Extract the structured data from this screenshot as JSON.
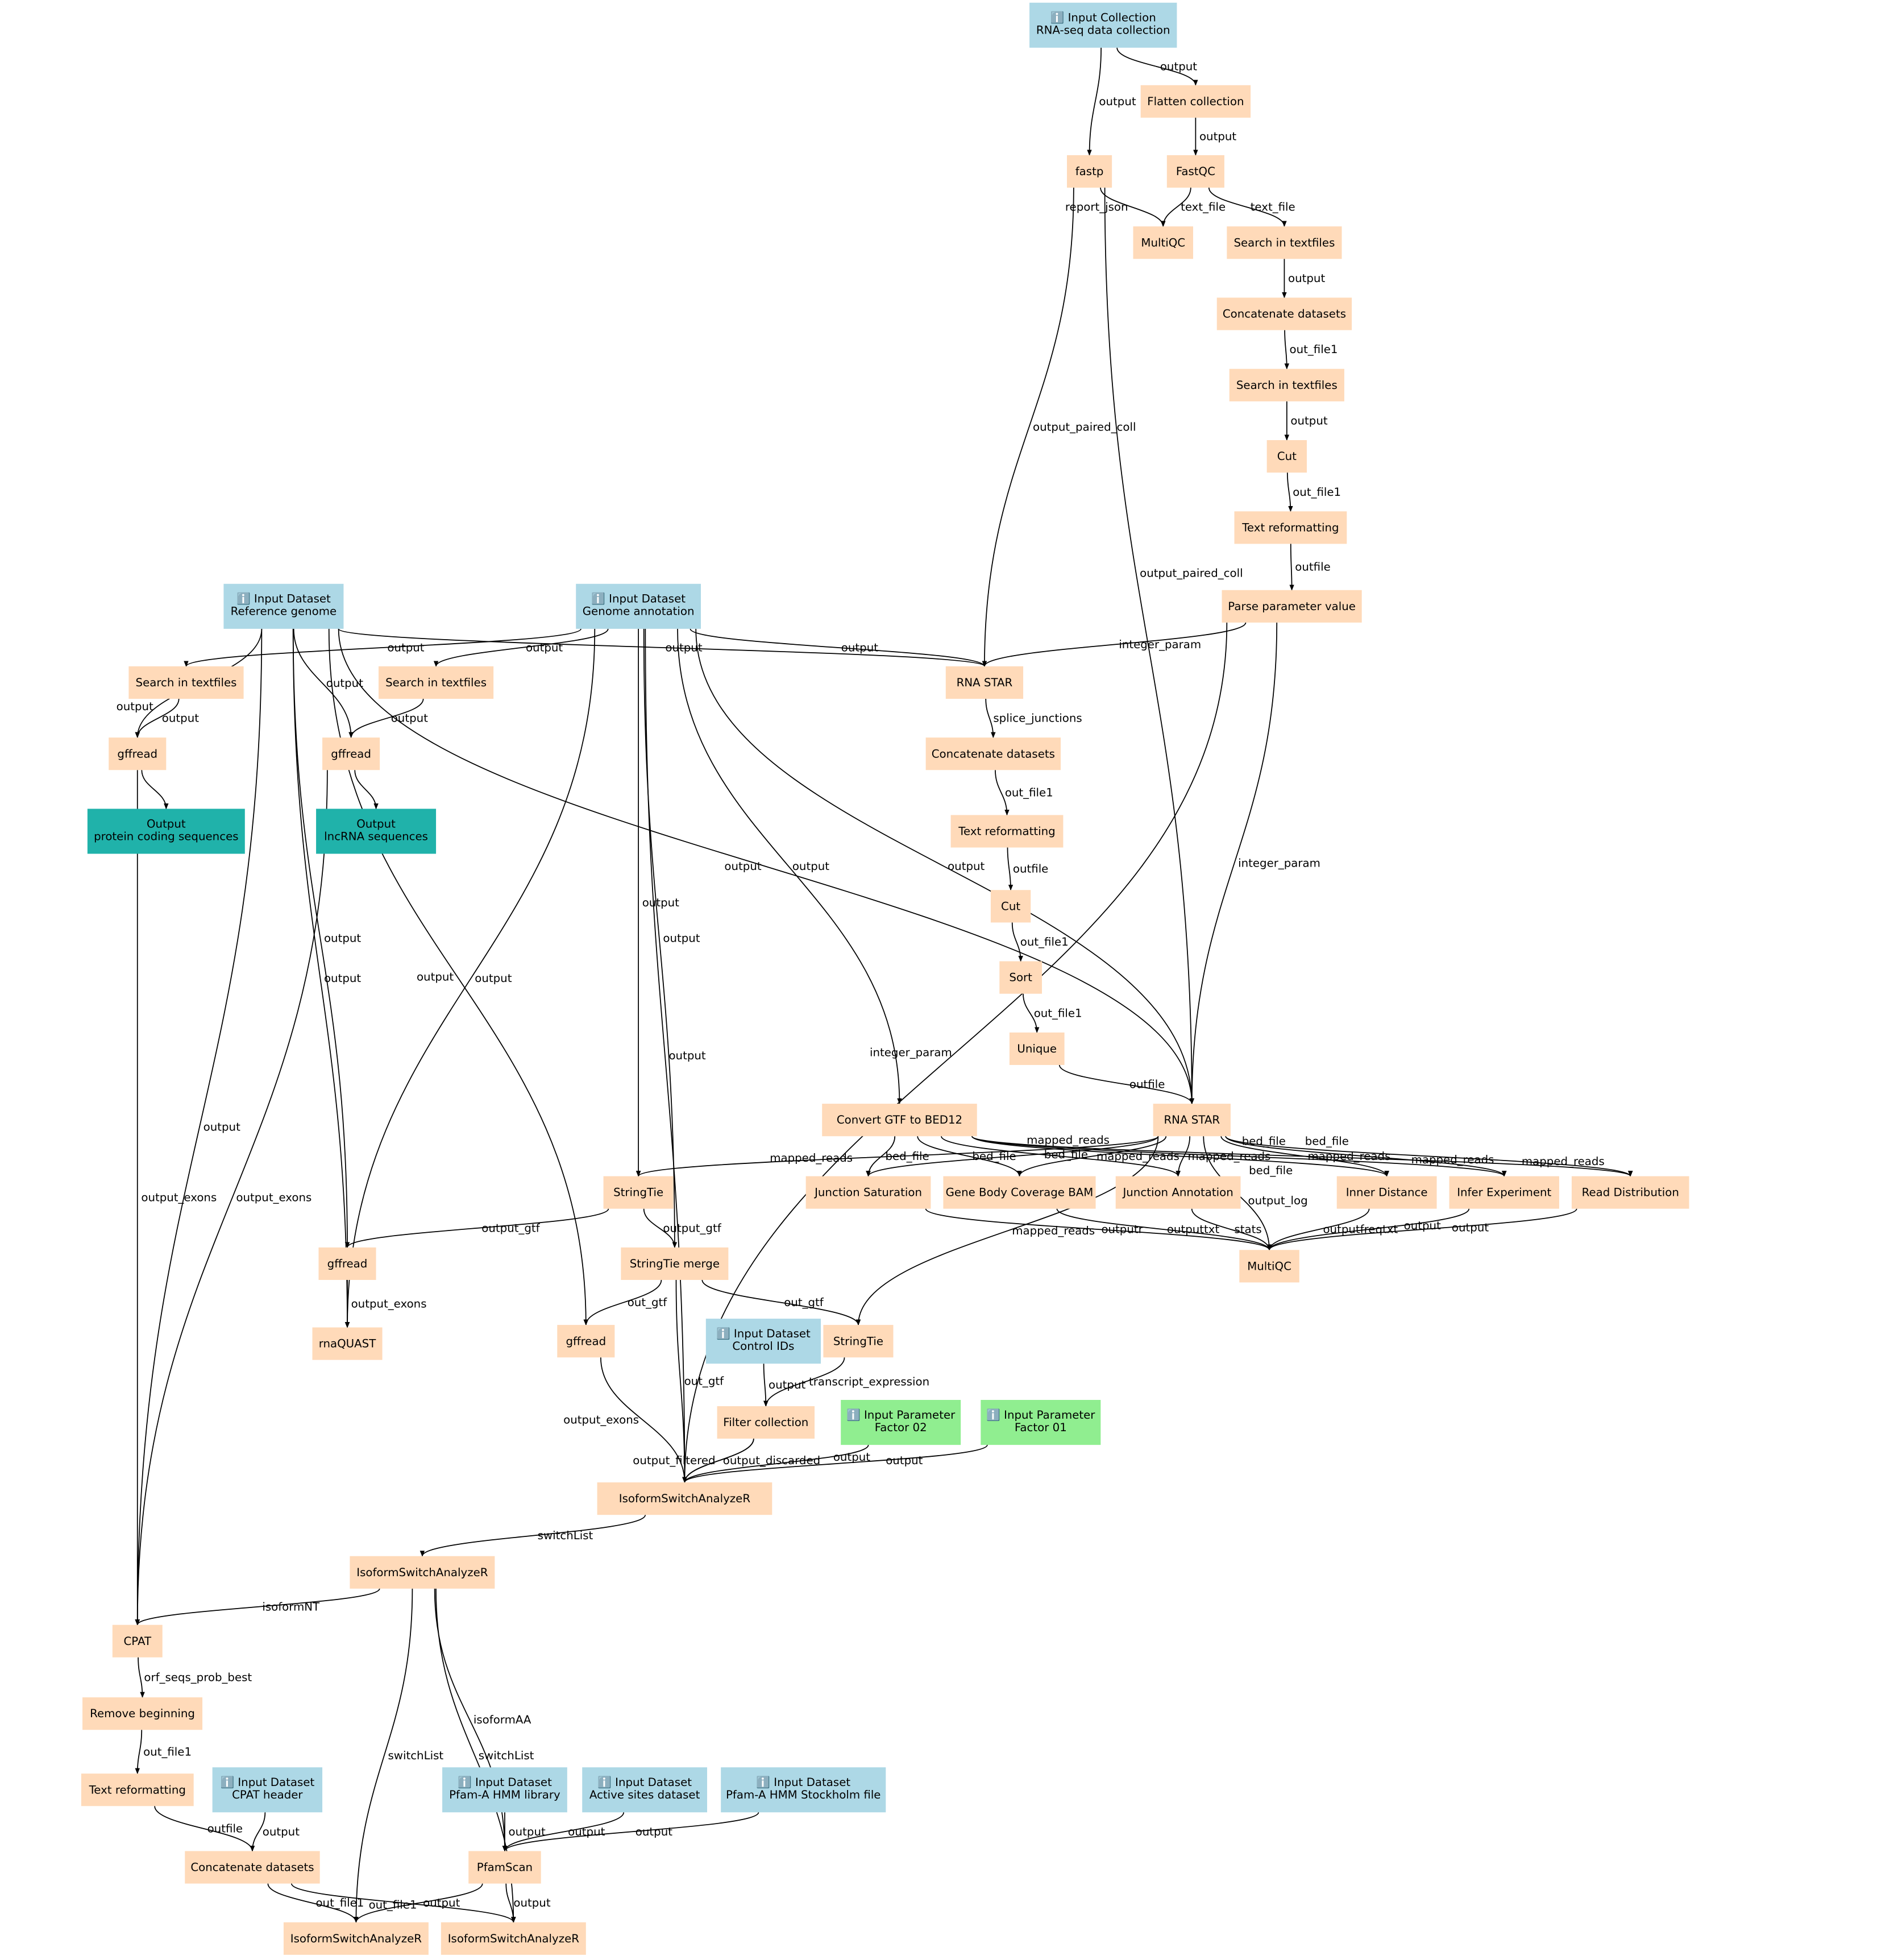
{
  "colors": {
    "input": "#add8e6",
    "tool": "#ffdab9",
    "output": "#20b2aa",
    "parameter": "#90ee90",
    "edge": "#000000"
  },
  "icons": {
    "input_marker": "info-icon"
  },
  "nodes": [
    {
      "id": "n1",
      "kind": "input",
      "lines": [
        "ℹ️ Input Collection",
        "RNA-seq data collection"
      ]
    },
    {
      "id": "n2",
      "kind": "tool",
      "lines": [
        "Flatten collection"
      ]
    },
    {
      "id": "n3",
      "kind": "tool",
      "lines": [
        "fastp"
      ]
    },
    {
      "id": "n4",
      "kind": "tool",
      "lines": [
        "FastQC"
      ]
    },
    {
      "id": "n5",
      "kind": "tool",
      "lines": [
        "MultiQC"
      ]
    },
    {
      "id": "n6",
      "kind": "tool",
      "lines": [
        "Search in textfiles"
      ]
    },
    {
      "id": "n7",
      "kind": "tool",
      "lines": [
        "Concatenate datasets"
      ]
    },
    {
      "id": "n8",
      "kind": "tool",
      "lines": [
        "Search in textfiles"
      ]
    },
    {
      "id": "n9",
      "kind": "tool",
      "lines": [
        "Cut"
      ]
    },
    {
      "id": "n10",
      "kind": "tool",
      "lines": [
        "Text reformatting"
      ]
    },
    {
      "id": "n11",
      "kind": "tool",
      "lines": [
        "Parse parameter value"
      ]
    },
    {
      "id": "n12",
      "kind": "input",
      "lines": [
        "ℹ️ Input Dataset",
        "Reference genome"
      ]
    },
    {
      "id": "n13",
      "kind": "input",
      "lines": [
        "ℹ️ Input Dataset",
        "Genome annotation"
      ]
    },
    {
      "id": "n14",
      "kind": "tool",
      "lines": [
        "Search in textfiles"
      ]
    },
    {
      "id": "n15",
      "kind": "tool",
      "lines": [
        "Search in textfiles"
      ]
    },
    {
      "id": "n16",
      "kind": "tool",
      "lines": [
        "RNA STAR"
      ]
    },
    {
      "id": "n17",
      "kind": "tool",
      "lines": [
        "gffread"
      ]
    },
    {
      "id": "n18",
      "kind": "tool",
      "lines": [
        "gffread"
      ]
    },
    {
      "id": "n19",
      "kind": "tool",
      "lines": [
        "Concatenate datasets"
      ]
    },
    {
      "id": "n20",
      "kind": "output",
      "lines": [
        "Output",
        "protein coding sequences"
      ]
    },
    {
      "id": "n21",
      "kind": "output",
      "lines": [
        "Output",
        "lncRNA sequences"
      ]
    },
    {
      "id": "n22",
      "kind": "tool",
      "lines": [
        "Text reformatting"
      ]
    },
    {
      "id": "n23",
      "kind": "tool",
      "lines": [
        "Cut"
      ]
    },
    {
      "id": "n24",
      "kind": "tool",
      "lines": [
        "Sort"
      ]
    },
    {
      "id": "n25",
      "kind": "tool",
      "lines": [
        "Unique"
      ]
    },
    {
      "id": "n26",
      "kind": "tool",
      "lines": [
        "RNA STAR"
      ]
    },
    {
      "id": "n27",
      "kind": "tool",
      "lines": [
        "Convert GTF to BED12"
      ]
    },
    {
      "id": "n28",
      "kind": "tool",
      "lines": [
        "StringTie"
      ]
    },
    {
      "id": "n29",
      "kind": "tool",
      "lines": [
        "Junction Saturation"
      ]
    },
    {
      "id": "n30",
      "kind": "tool",
      "lines": [
        "Gene Body Coverage BAM"
      ]
    },
    {
      "id": "n31",
      "kind": "tool",
      "lines": [
        "Junction Annotation"
      ]
    },
    {
      "id": "n32",
      "kind": "tool",
      "lines": [
        "Inner Distance"
      ]
    },
    {
      "id": "n33",
      "kind": "tool",
      "lines": [
        "Infer Experiment"
      ]
    },
    {
      "id": "n34",
      "kind": "tool",
      "lines": [
        "Read Distribution"
      ]
    },
    {
      "id": "n35",
      "kind": "tool",
      "lines": [
        "MultiQC"
      ]
    },
    {
      "id": "n36",
      "kind": "tool",
      "lines": [
        "gffread"
      ]
    },
    {
      "id": "n37",
      "kind": "tool",
      "lines": [
        "StringTie merge"
      ]
    },
    {
      "id": "n38",
      "kind": "tool",
      "lines": [
        "rnaQUAST"
      ]
    },
    {
      "id": "n39",
      "kind": "tool",
      "lines": [
        "gffread"
      ]
    },
    {
      "id": "n40",
      "kind": "tool",
      "lines": [
        "StringTie"
      ]
    },
    {
      "id": "n41",
      "kind": "input",
      "lines": [
        "ℹ️ Input Dataset",
        "Control IDs"
      ]
    },
    {
      "id": "n42",
      "kind": "tool",
      "lines": [
        "Filter collection"
      ]
    },
    {
      "id": "n43",
      "kind": "parameter",
      "lines": [
        "ℹ️ Input Parameter",
        "Factor 02"
      ]
    },
    {
      "id": "n44",
      "kind": "parameter",
      "lines": [
        "ℹ️ Input Parameter",
        "Factor 01"
      ]
    },
    {
      "id": "n45",
      "kind": "tool",
      "lines": [
        "IsoformSwitchAnalyzeR"
      ]
    },
    {
      "id": "n46",
      "kind": "tool",
      "lines": [
        "IsoformSwitchAnalyzeR"
      ]
    },
    {
      "id": "n47",
      "kind": "tool",
      "lines": [
        "CPAT"
      ]
    },
    {
      "id": "n48",
      "kind": "tool",
      "lines": [
        "Remove beginning"
      ]
    },
    {
      "id": "n49",
      "kind": "tool",
      "lines": [
        "Text reformatting"
      ]
    },
    {
      "id": "n50",
      "kind": "input",
      "lines": [
        "ℹ️ Input Dataset",
        "CPAT header"
      ]
    },
    {
      "id": "n51",
      "kind": "input",
      "lines": [
        "ℹ️ Input Dataset",
        "Pfam-A HMM library"
      ]
    },
    {
      "id": "n52",
      "kind": "input",
      "lines": [
        "ℹ️ Input Dataset",
        "Active sites dataset"
      ]
    },
    {
      "id": "n53",
      "kind": "input",
      "lines": [
        "ℹ️ Input Dataset",
        "Pfam-A HMM Stockholm file"
      ]
    },
    {
      "id": "n54",
      "kind": "tool",
      "lines": [
        "Concatenate datasets"
      ]
    },
    {
      "id": "n55",
      "kind": "tool",
      "lines": [
        "PfamScan"
      ]
    },
    {
      "id": "n56",
      "kind": "tool",
      "lines": [
        "IsoformSwitchAnalyzeR"
      ]
    },
    {
      "id": "n57",
      "kind": "tool",
      "lines": [
        "IsoformSwitchAnalyzeR"
      ]
    }
  ],
  "edges": [
    {
      "from": "n1",
      "to": "n2",
      "label": "output"
    },
    {
      "from": "n1",
      "to": "n3",
      "label": "output"
    },
    {
      "from": "n2",
      "to": "n4",
      "label": "output"
    },
    {
      "from": "n3",
      "to": "n5",
      "label": "report_json"
    },
    {
      "from": "n4",
      "to": "n5",
      "label": "text_file"
    },
    {
      "from": "n4",
      "to": "n6",
      "label": "text_file"
    },
    {
      "from": "n3",
      "to": "n16",
      "label": "output_paired_coll"
    },
    {
      "from": "n3",
      "to": "n26",
      "label": "output_paired_coll"
    },
    {
      "from": "n6",
      "to": "n7",
      "label": "output"
    },
    {
      "from": "n7",
      "to": "n8",
      "label": "out_file1"
    },
    {
      "from": "n8",
      "to": "n9",
      "label": "output"
    },
    {
      "from": "n9",
      "to": "n10",
      "label": "out_file1"
    },
    {
      "from": "n10",
      "to": "n11",
      "label": "outfile"
    },
    {
      "from": "n11",
      "to": "n16",
      "label": "integer_param"
    },
    {
      "from": "n11",
      "to": "n26",
      "label": "integer_param"
    },
    {
      "from": "n11",
      "to": "n45",
      "label": "integer_param"
    },
    {
      "from": "n13",
      "to": "n14",
      "label": "output"
    },
    {
      "from": "n13",
      "to": "n15",
      "label": "output"
    },
    {
      "from": "n12",
      "to": "n16",
      "label": "output"
    },
    {
      "from": "n13",
      "to": "n16",
      "label": "output"
    },
    {
      "from": "n12",
      "to": "n17",
      "label": "output"
    },
    {
      "from": "n14",
      "to": "n17",
      "label": "output"
    },
    {
      "from": "n12",
      "to": "n18",
      "label": "output"
    },
    {
      "from": "n15",
      "to": "n18",
      "label": "output"
    },
    {
      "from": "n17",
      "to": "n20",
      "label": ""
    },
    {
      "from": "n18",
      "to": "n21",
      "label": ""
    },
    {
      "from": "n16",
      "to": "n19",
      "label": "splice_junctions"
    },
    {
      "from": "n19",
      "to": "n22",
      "label": "out_file1"
    },
    {
      "from": "n22",
      "to": "n23",
      "label": "outfile"
    },
    {
      "from": "n23",
      "to": "n24",
      "label": "out_file1"
    },
    {
      "from": "n24",
      "to": "n25",
      "label": "out_file1"
    },
    {
      "from": "n25",
      "to": "n26",
      "label": "outfile"
    },
    {
      "from": "n12",
      "to": "n26",
      "label": "output"
    },
    {
      "from": "n13",
      "to": "n26",
      "label": "output"
    },
    {
      "from": "n13",
      "to": "n27",
      "label": "output"
    },
    {
      "from": "n13",
      "to": "n28",
      "label": "output"
    },
    {
      "from": "n13",
      "to": "n37",
      "label": "output"
    },
    {
      "from": "n13",
      "to": "n38",
      "label": "output"
    },
    {
      "from": "n13",
      "to": "n45",
      "label": "output"
    },
    {
      "from": "n12",
      "to": "n38",
      "label": "output"
    },
    {
      "from": "n12",
      "to": "n36",
      "label": "output"
    },
    {
      "from": "n12",
      "to": "n39",
      "label": "output"
    },
    {
      "from": "n12",
      "to": "n47",
      "label": "output"
    },
    {
      "from": "n17",
      "to": "n47",
      "label": "output_exons"
    },
    {
      "from": "n18",
      "to": "n47",
      "label": "output_exons"
    },
    {
      "from": "n26",
      "to": "n28",
      "label": "mapped_reads"
    },
    {
      "from": "n26",
      "to": "n29",
      "label": "mapped_reads"
    },
    {
      "from": "n26",
      "to": "n30",
      "label": "mapped_reads"
    },
    {
      "from": "n26",
      "to": "n31",
      "label": "mapped_reads"
    },
    {
      "from": "n26",
      "to": "n32",
      "label": "mapped_reads"
    },
    {
      "from": "n26",
      "to": "n33",
      "label": "mapped_reads"
    },
    {
      "from": "n26",
      "to": "n34",
      "label": "mapped_reads"
    },
    {
      "from": "n26",
      "to": "n35",
      "label": "output_log"
    },
    {
      "from": "n26",
      "to": "n40",
      "label": "mapped_reads"
    },
    {
      "from": "n27",
      "to": "n29",
      "label": "bed_file"
    },
    {
      "from": "n27",
      "to": "n30",
      "label": "bed_file"
    },
    {
      "from": "n27",
      "to": "n31",
      "label": "bed_file"
    },
    {
      "from": "n27",
      "to": "n32",
      "label": "bed_file"
    },
    {
      "from": "n27",
      "to": "n33",
      "label": "bed_file"
    },
    {
      "from": "n27",
      "to": "n34",
      "label": "bed_file"
    },
    {
      "from": "n29",
      "to": "n35",
      "label": "outputr"
    },
    {
      "from": "n30",
      "to": "n35",
      "label": "outputtxt"
    },
    {
      "from": "n31",
      "to": "n35",
      "label": "stats"
    },
    {
      "from": "n32",
      "to": "n35",
      "label": "outputfreqtxt"
    },
    {
      "from": "n33",
      "to": "n35",
      "label": "output"
    },
    {
      "from": "n34",
      "to": "n35",
      "label": "output"
    },
    {
      "from": "n28",
      "to": "n36",
      "label": "output_gtf"
    },
    {
      "from": "n28",
      "to": "n37",
      "label": "output_gtf"
    },
    {
      "from": "n36",
      "to": "n38",
      "label": "output_exons"
    },
    {
      "from": "n37",
      "to": "n39",
      "label": "out_gtf"
    },
    {
      "from": "n37",
      "to": "n40",
      "label": "out_gtf"
    },
    {
      "from": "n37",
      "to": "n45",
      "label": "out_gtf"
    },
    {
      "from": "n39",
      "to": "n45",
      "label": "output_exons"
    },
    {
      "from": "n41",
      "to": "n42",
      "label": "output"
    },
    {
      "from": "n40",
      "to": "n42",
      "label": "transcript_expression"
    },
    {
      "from": "n42",
      "to": "n45",
      "label": "output_discarded"
    },
    {
      "from": "n42",
      "to": "n45",
      "label": "output_filtered"
    },
    {
      "from": "n43",
      "to": "n45",
      "label": "output"
    },
    {
      "from": "n44",
      "to": "n45",
      "label": "output"
    },
    {
      "from": "n45",
      "to": "n46",
      "label": "switchList"
    },
    {
      "from": "n46",
      "to": "n47",
      "label": "isoformNT"
    },
    {
      "from": "n46",
      "to": "n56",
      "label": "switchList"
    },
    {
      "from": "n46",
      "to": "n55",
      "label": "isoformAA"
    },
    {
      "from": "n46",
      "to": "n57",
      "label": "switchList"
    },
    {
      "from": "n47",
      "to": "n48",
      "label": "orf_seqs_prob_best"
    },
    {
      "from": "n48",
      "to": "n49",
      "label": "out_file1"
    },
    {
      "from": "n49",
      "to": "n54",
      "label": "outfile"
    },
    {
      "from": "n50",
      "to": "n54",
      "label": "output"
    },
    {
      "from": "n51",
      "to": "n55",
      "label": "output"
    },
    {
      "from": "n52",
      "to": "n55",
      "label": "output"
    },
    {
      "from": "n53",
      "to": "n55",
      "label": "output"
    },
    {
      "from": "n54",
      "to": "n56",
      "label": "out_file1"
    },
    {
      "from": "n54",
      "to": "n57",
      "label": "out_file1"
    },
    {
      "from": "n55",
      "to": "n56",
      "label": "output"
    },
    {
      "from": "n55",
      "to": "n57",
      "label": "output"
    }
  ]
}
